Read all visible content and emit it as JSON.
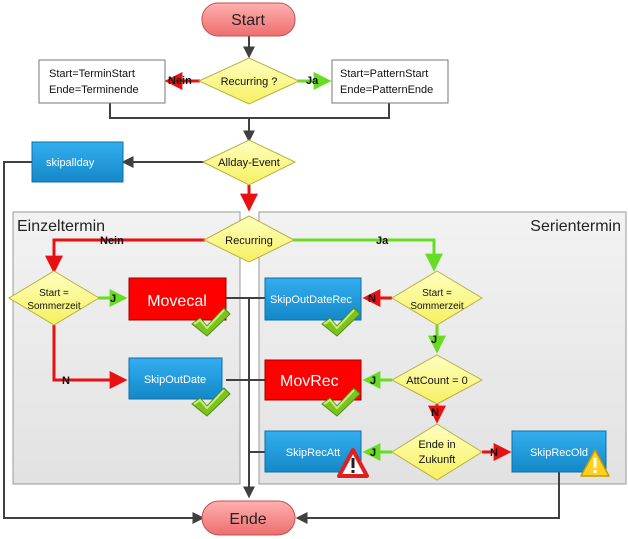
{
  "terminals": {
    "start": "Start",
    "end": "Ende"
  },
  "panels": {
    "left": "Einzeltermin",
    "right": "Serientermin"
  },
  "decisions": {
    "recurring_top": "Recurring ?",
    "allday": "Allday-Event",
    "recurring": "Recurring",
    "start_summer_left": [
      "Start =",
      "Sommerzeit"
    ],
    "start_summer_right": [
      "Start =",
      "Sommerzeit"
    ],
    "attcount": "AttCount = 0",
    "ende_zukunft": [
      "Ende in",
      "Zukunft"
    ]
  },
  "assign_boxes": {
    "left": [
      "Start=TerminStart",
      "Ende=Terminende"
    ],
    "right": [
      "Start=PatternStart",
      "Ende=PatternEnde"
    ]
  },
  "actions": {
    "skipallday": "skipallday",
    "movecal": "Movecal",
    "skipoutdate": "SkipOutDate",
    "skipoutdaterec": "SkipOutDateRec",
    "movrec": "MovRec",
    "skiprecatt": "SkipRecAtt",
    "skiprecold": "SkipRecOld"
  },
  "edge_labels": {
    "nein_top": "Nein",
    "ja_top": "Ja",
    "nein_recurring": "Nein",
    "ja_recurring": "Ja",
    "j_left": "J",
    "n_left": "N",
    "n_right": "N",
    "j_right": "J",
    "j_attcount": "J",
    "n_attcount": "N",
    "j_zukunft": "J",
    "n_zukunft": "N"
  },
  "colors": {
    "terminal": "#f08080",
    "decision": "#ffff99",
    "action_blue": "#1e9ad6",
    "action_red": "#ff0000",
    "arrow_red": "#e81010",
    "arrow_green": "#66dd22",
    "arrow_dark": "#404040",
    "panel": "#e8e8e8",
    "check": "#7dc21e",
    "warn_yellow": "#ffd21f",
    "warn_red": "#e02020"
  },
  "icons": [
    "check-icon",
    "warning-red-icon",
    "warning-yellow-icon"
  ]
}
